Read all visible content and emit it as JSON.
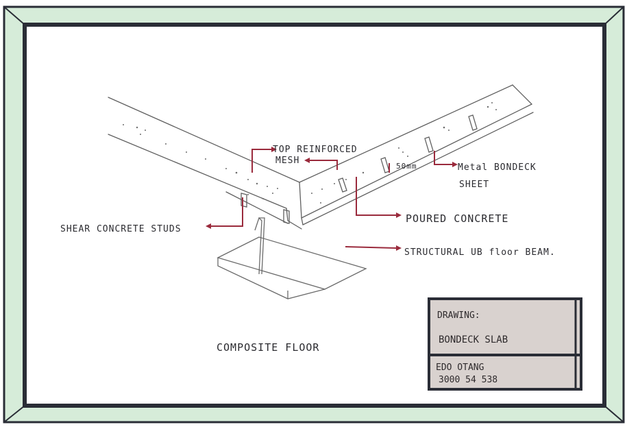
{
  "labels": {
    "top_mesh_line1": "TOP REINFORCED",
    "top_mesh_line2": "MESH",
    "dim_50mm": "50mm",
    "metal_line1": "Metal BONDECK",
    "metal_line2": "SHEET",
    "poured_concrete": "POURED CONCRETE",
    "structural_beam": "STRUCTURAL UB floor BEAM.",
    "shear_studs": "SHEAR CONCRETE STUDS",
    "caption": "COMPOSITE FLOOR"
  },
  "title_block": {
    "drawing_label": "DRAWING:",
    "drawing_name": "BONDECK SLAB",
    "author": "EDO OTANG",
    "number": "3000 54 538"
  },
  "colors": {
    "frame_outer": "#2a2d36",
    "frame_band": "#cfe8d5",
    "pencil": "#5a5a5a",
    "arrow": "#9a2a3c",
    "title_fill": "#d9d2cf"
  }
}
